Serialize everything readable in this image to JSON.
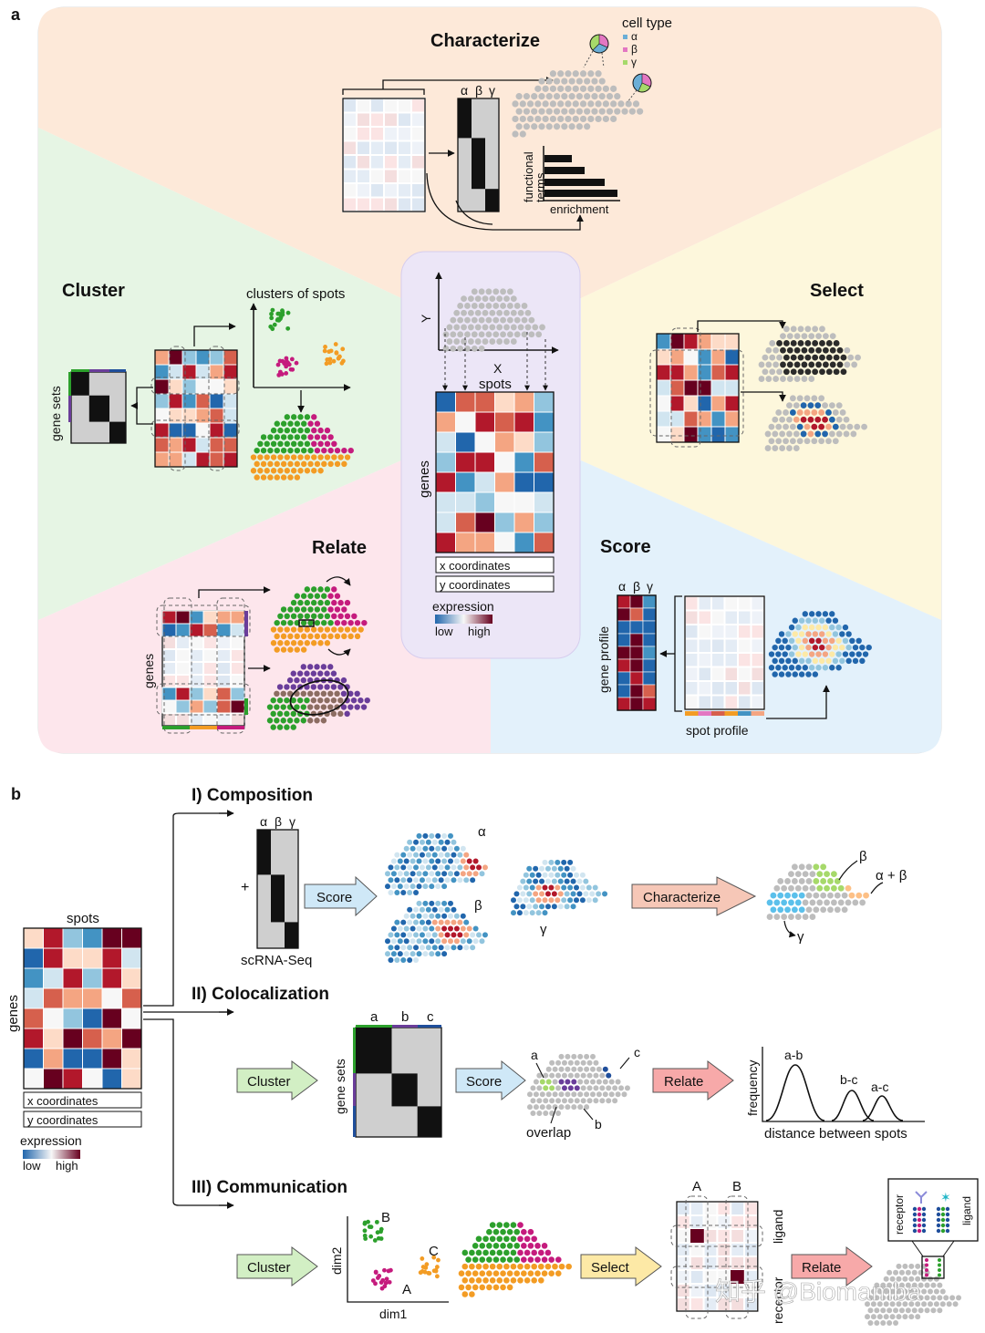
{
  "palette": {
    "exp": [
      "#2166ac",
      "#4393c3",
      "#92c5de",
      "#d1e5f0",
      "#f7f7f7",
      "#fddbc7",
      "#f4a582",
      "#d6604d",
      "#b2182b",
      "#67001f"
    ],
    "green": "#2ca02c",
    "magenta": "#c51b7d",
    "orange": "#f39c24",
    "purple": "#6a3d9a",
    "blue": "#1f4e9b",
    "gray": "#c8c8c8",
    "dot_gray": "#bdbdbd",
    "panel_characterize": "#fde9d9",
    "panel_cluster": "#e4f4e3",
    "panel_select": "#fdf7dc",
    "panel_relate": "#fde6ec",
    "panel_score": "#e3f1fb",
    "panel_center": "#ece6f7",
    "arrow_score": "#cfe8f7",
    "arrow_characterize": "#f6c7b7",
    "arrow_cluster": "#d2efc4",
    "arrow_relate": "#f7a9a9",
    "arrow_select": "#fde9a6"
  },
  "panel_a": {
    "letter": "a",
    "characterize": {
      "title": "Characterize",
      "markers": [
        "α",
        "β",
        "γ"
      ],
      "legend_title": "cell type",
      "legend_items": [
        "α",
        "β",
        "γ"
      ],
      "functional_terms": "functional\nterms",
      "enrichment": "enrichment"
    },
    "cluster": {
      "title": "Cluster",
      "clusters_label": "clusters of spots",
      "gene_sets": "gene sets"
    },
    "select": {
      "title": "Select"
    },
    "relate": {
      "title": "Relate",
      "genes": "genes"
    },
    "score": {
      "title": "Score",
      "markers": [
        "α",
        "β",
        "γ"
      ],
      "gene_profile": "gene profile",
      "spot_profile": "spot profile"
    },
    "center": {
      "y_axis": "Y",
      "x_axis": "X",
      "spots": "spots",
      "genes": "genes",
      "x_coordinates": "x coordinates",
      "y_coordinates": "y coordinates",
      "expression": "expression",
      "low": "low",
      "high": "high"
    }
  },
  "panel_b": {
    "letter": "b",
    "matrix": {
      "spots": "spots",
      "genes": "genes",
      "x_coordinates": "x coordinates",
      "y_coordinates": "y coordinates",
      "expression": "expression",
      "low": "low",
      "high": "high"
    },
    "composition": {
      "title": "I) Composition",
      "markers": [
        "α",
        "β",
        "γ"
      ],
      "plus": "+",
      "scrna": "scRNA-Seq",
      "score_arrow": "Score",
      "alpha": "α",
      "beta": "β",
      "gamma": "γ",
      "characterize_arrow": "Characterize",
      "out_beta": "β",
      "out_alpha_beta": "α + β",
      "out_gamma": "γ"
    },
    "colocalization": {
      "title": "II) Colocalization",
      "cluster_arrow": "Cluster",
      "gene_sets": "gene sets",
      "cols": [
        "a",
        "b",
        "c"
      ],
      "score_arrow": "Score",
      "a": "a",
      "b": "b",
      "c": "c",
      "overlap": "overlap",
      "relate_arrow": "Relate",
      "frequency": "frequency",
      "distance": "distance between spots",
      "peaks": [
        "a-b",
        "b-c",
        "a-c"
      ]
    },
    "communication": {
      "title": "III) Communication",
      "cluster_arrow": "Cluster",
      "dim1": "dim1",
      "dim2": "dim2",
      "clusters": [
        "B",
        "A",
        "C"
      ],
      "select_arrow": "Select",
      "cols": [
        "A",
        "B"
      ],
      "ligand": "ligand",
      "receptor": "receptor",
      "relate_arrow": "Relate",
      "inset_receptor": "receptor",
      "inset_ligand": "ligand"
    }
  },
  "watermark": "知乎 @Biomamba"
}
